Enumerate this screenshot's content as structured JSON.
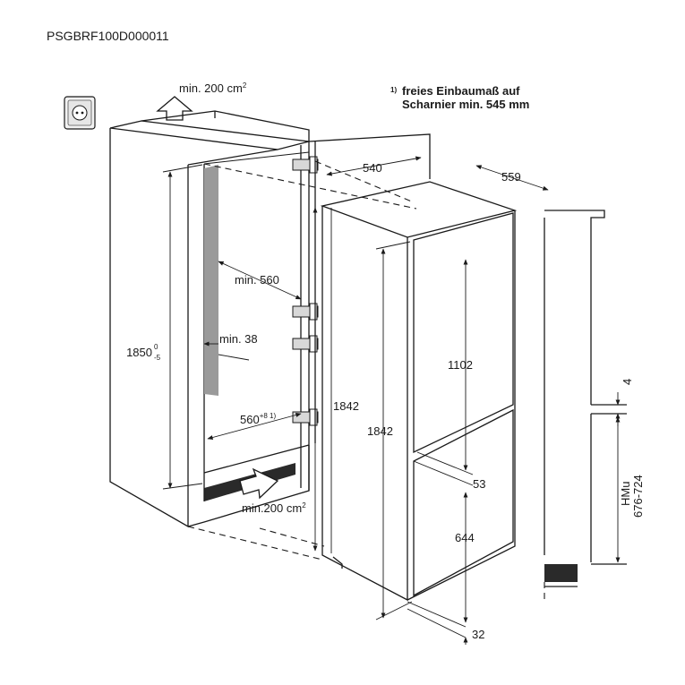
{
  "code": "PSGBRF100D000011",
  "note": {
    "marker": "1)",
    "line1": "freies Einbaumaß auf",
    "line2": "Scharnier min. 545 mm"
  },
  "labels": {
    "vent_top": "min. 200 cm",
    "vent_top_sup": "2",
    "vent_bottom": "min.200 cm",
    "vent_bottom_sup": "2",
    "depth_540": "540",
    "depth_559": "559",
    "min_560": "min. 560",
    "min_38": "min. 38",
    "width_560": "560",
    "width_560_sup": "+8 1)",
    "height_1850": "1850",
    "tol_plus": "0",
    "tol_minus": "-5",
    "height_1842_left": "1842",
    "height_1842_right": "1842",
    "fridge_1102": "1102",
    "gap_53": "53",
    "freezer_644": "644",
    "base_32": "32",
    "gap_4": "4",
    "hmu_label": "HMu",
    "hmu_range": "676-724"
  },
  "icons": [
    "socket-icon",
    "vent-arrow-up-icon",
    "vent-arrow-right-icon"
  ]
}
